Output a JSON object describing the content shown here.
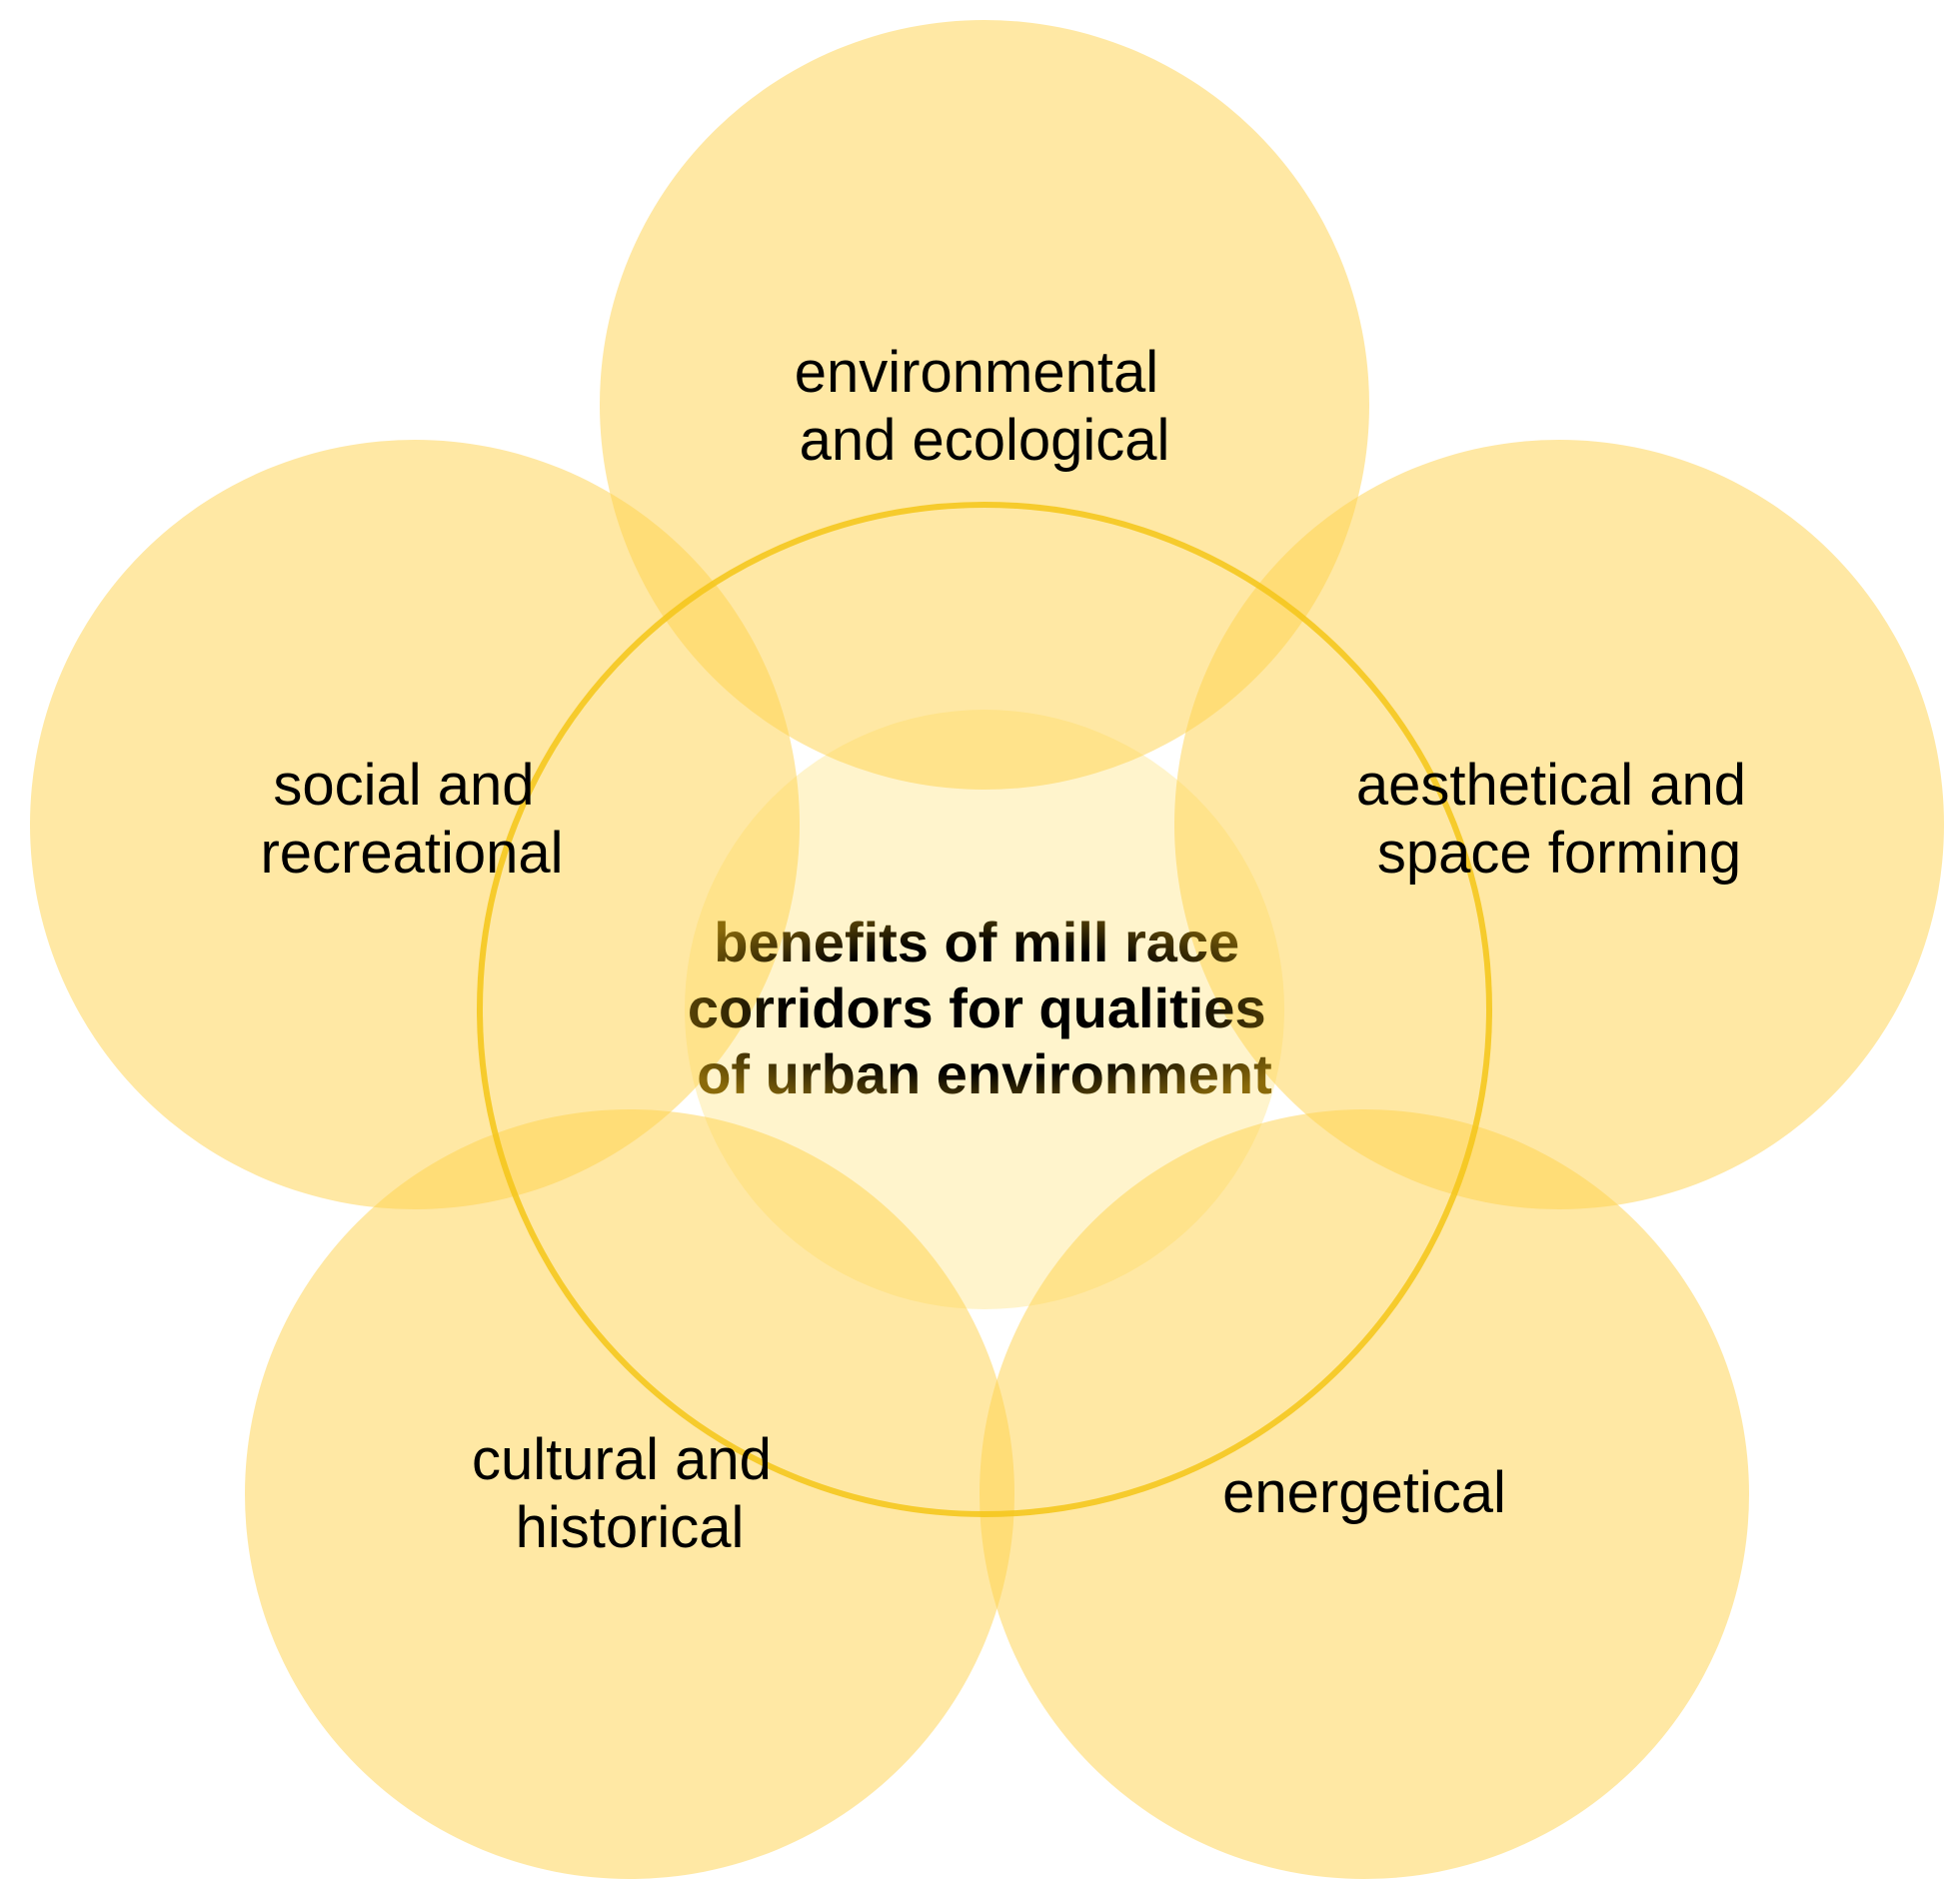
{
  "diagram": {
    "colors": {
      "petal_fill": "#FFD24A",
      "petal_opacity": 0.5,
      "center_fill": "#FFF4CC",
      "center_stroke": "#F5C518",
      "label_text": "#000000",
      "center_text_edge": "#8A6A0A"
    },
    "center": {
      "lines": [
        "benefits of mill race",
        "corridors for qualities",
        "of urban environment"
      ]
    },
    "petals": [
      {
        "id": "environmental",
        "lines": [
          "environmental",
          "and ecological"
        ]
      },
      {
        "id": "aesthetical",
        "lines": [
          "aesthetical and",
          "space forming"
        ]
      },
      {
        "id": "energetical",
        "lines": [
          "energetical"
        ]
      },
      {
        "id": "cultural",
        "lines": [
          "cultural and",
          "historical"
        ]
      },
      {
        "id": "social",
        "lines": [
          "social and",
          "recreational"
        ]
      }
    ]
  }
}
